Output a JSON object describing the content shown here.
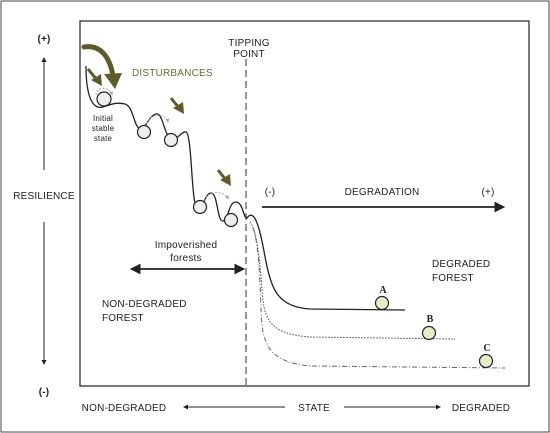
{
  "y_axis": {
    "title": "RESILIENCE",
    "top": "(+)",
    "bottom": "(-)"
  },
  "x_axis": {
    "left": "NON-DEGRADED",
    "title": "STATE",
    "right": "DEGRADED"
  },
  "tipping_point": [
    "TIPPING",
    "POINT"
  ],
  "disturbances": "DISTURBANCES",
  "initial_state": [
    "Initial",
    "stable",
    "state"
  ],
  "impoverished": [
    "Impoverished",
    "forests"
  ],
  "degradation": {
    "minus": "(-)",
    "label": "DEGRADATION",
    "plus": "(+)"
  },
  "degraded_forest": [
    "DEGRADED",
    "FOREST"
  ],
  "non_degraded_forest": [
    "NON-DEGRADED",
    "FOREST"
  ],
  "states": [
    "A",
    "B",
    "C"
  ],
  "colors": {
    "arrow_olive": "#5f5a2c",
    "disturbance_text": "#6b6a33",
    "curve": "#222222",
    "ball_fill": "#eeeeee",
    "state_ball_fill": "#e8ecc6"
  }
}
